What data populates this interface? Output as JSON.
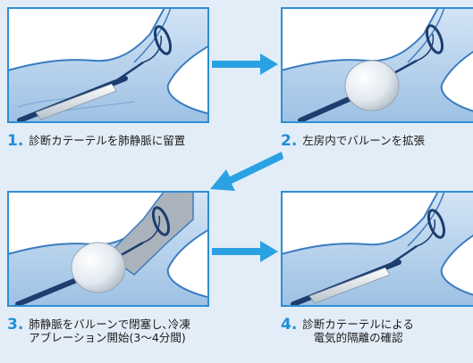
{
  "steps": [
    {
      "number": "1.",
      "lines": [
        "診断カテーテルを肺静脈に留置"
      ]
    },
    {
      "number": "2.",
      "lines": [
        "左房内でバルーンを拡張"
      ]
    },
    {
      "number": "3.",
      "lines": [
        "肺静脈をバルーンで閉塞し､冷凍",
        "アブレーション開始(3～4分間)"
      ]
    },
    {
      "number": "4.",
      "lines": [
        "診断カテーテルによる",
        "電気的隔離の確認"
      ]
    }
  ],
  "colors": {
    "accent": "#1f8fd9",
    "vessel_wall": "#3a7cc0",
    "vessel_fill": "#b9d3ec",
    "balloon": "#e8eef4",
    "occluded_vein": "#aab3bc"
  }
}
